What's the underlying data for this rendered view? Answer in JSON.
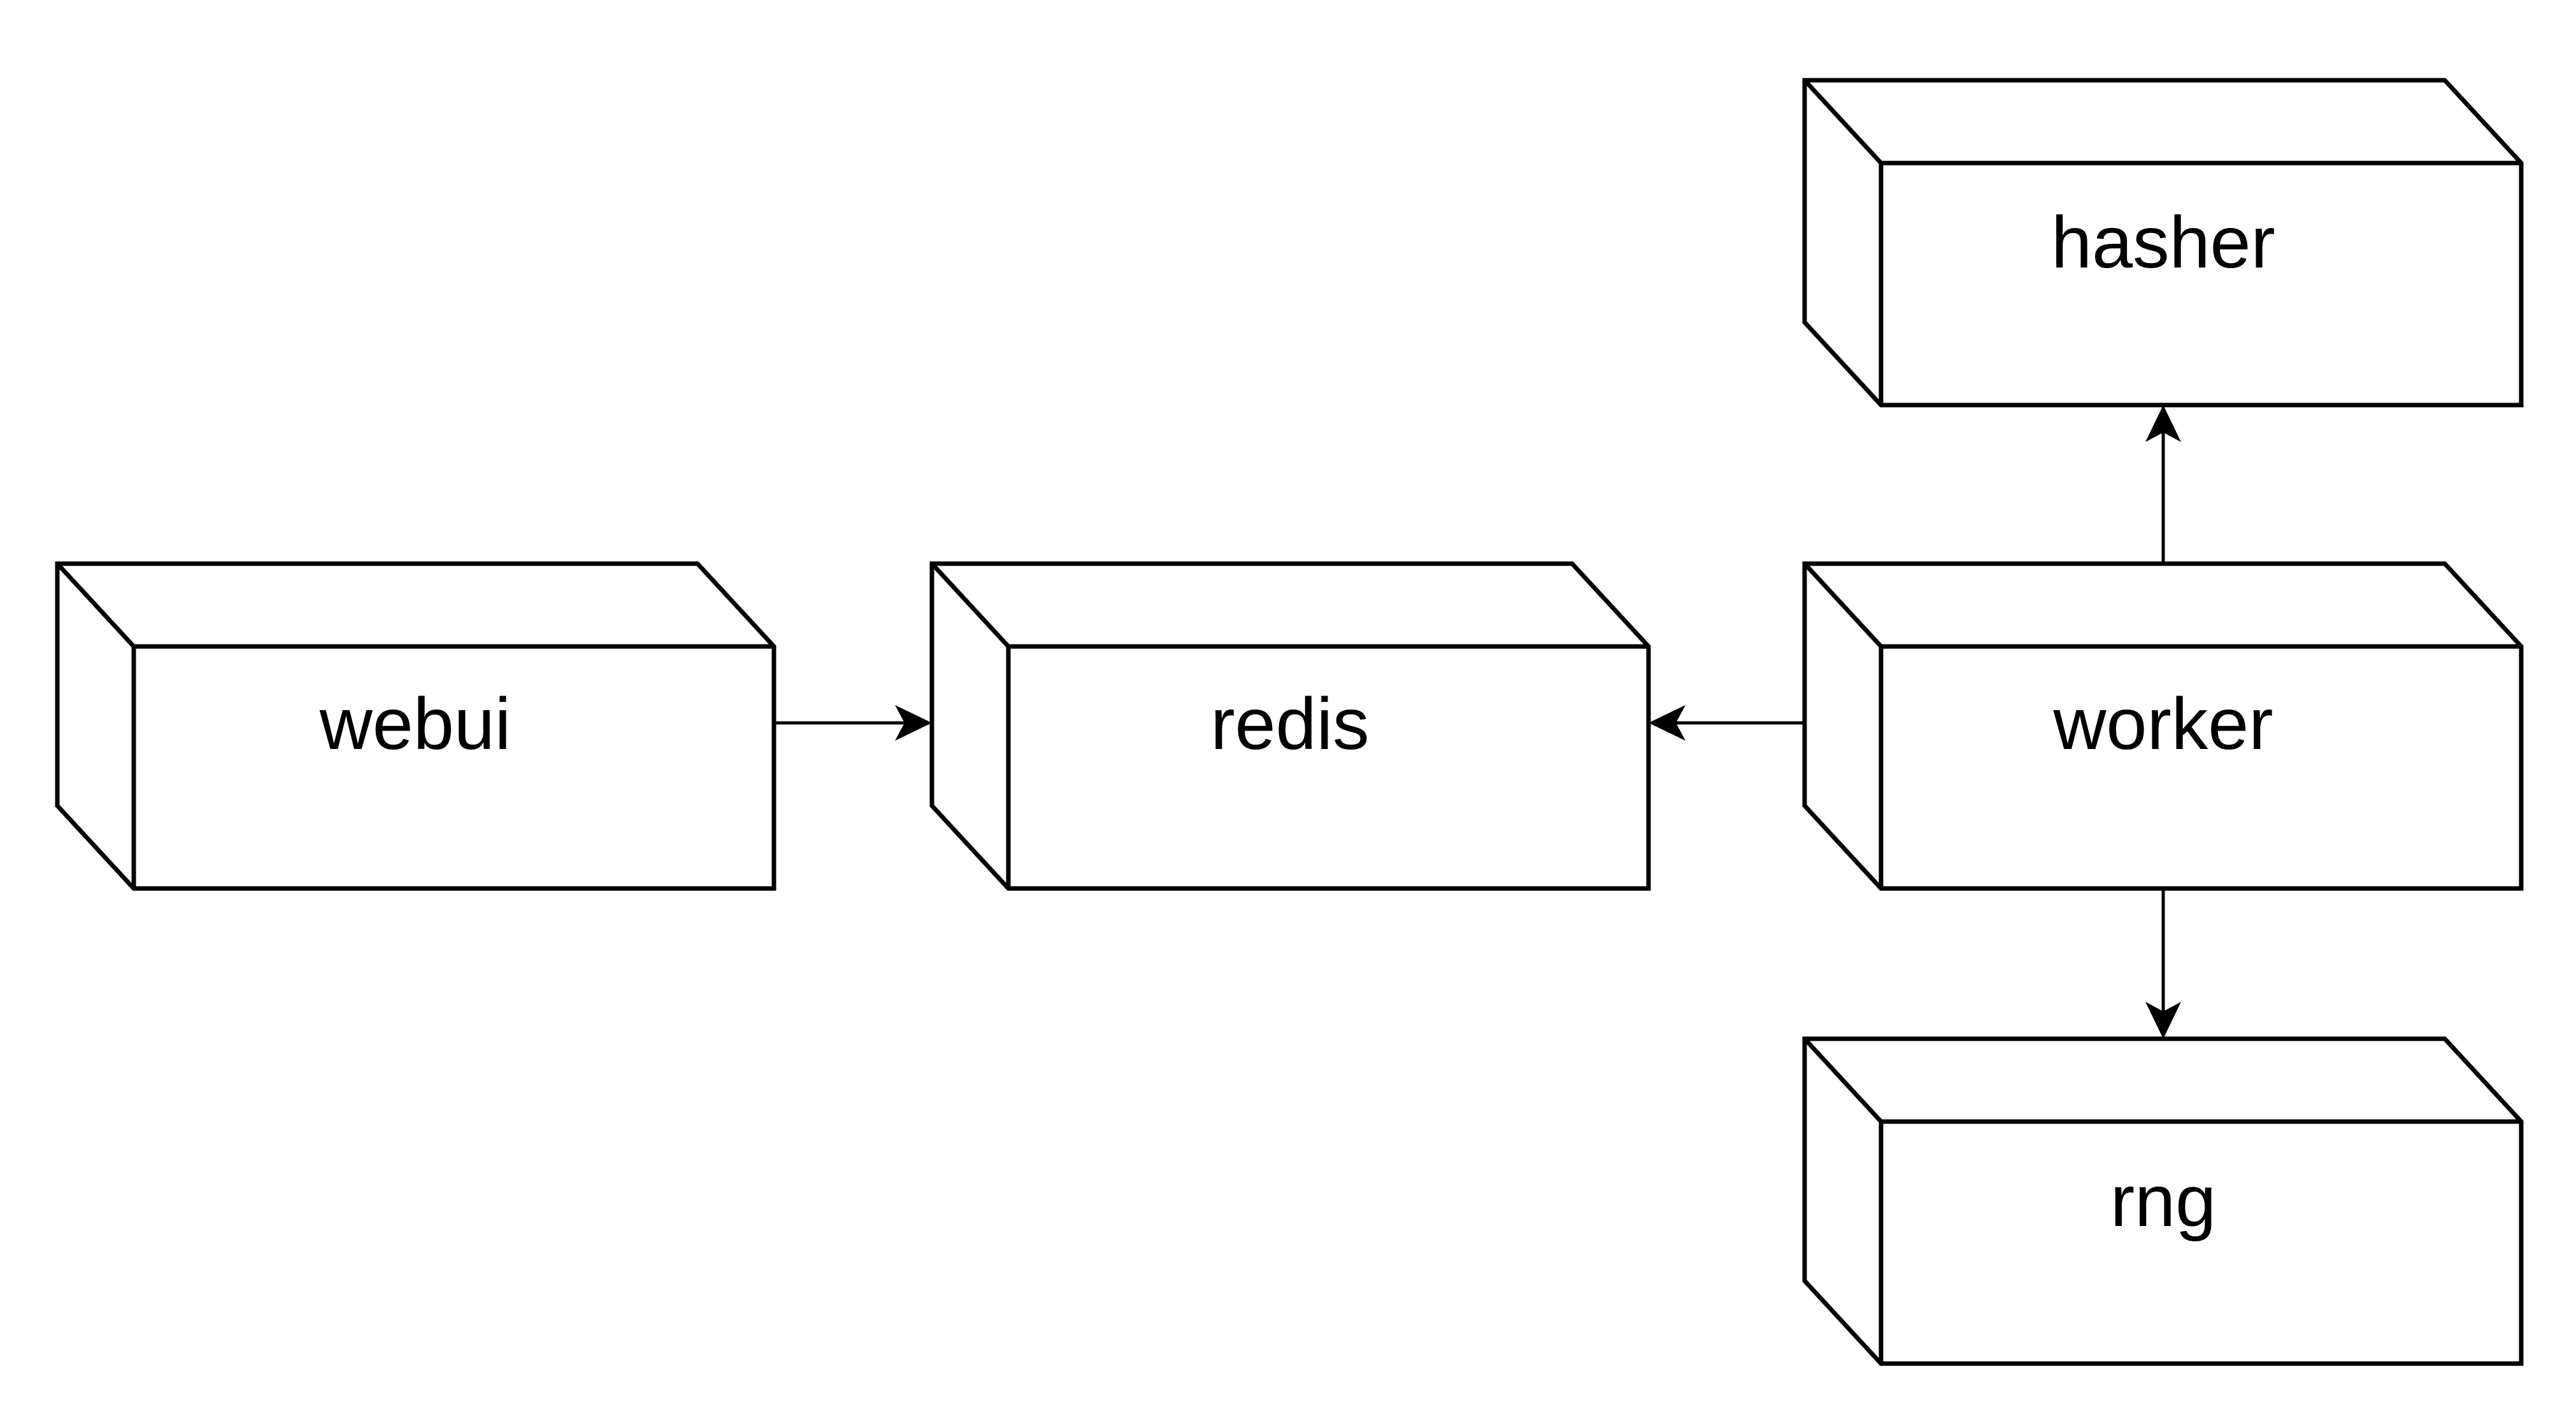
{
  "diagram": {
    "title": "services architecture diagram",
    "background_color": "#ffffff",
    "stroke_color": "#000000",
    "text_color": "#000000",
    "node_shape": "box3d",
    "nodes": [
      {
        "id": "webui",
        "label": "webui"
      },
      {
        "id": "redis",
        "label": "redis"
      },
      {
        "id": "worker",
        "label": "worker"
      },
      {
        "id": "hasher",
        "label": "hasher"
      },
      {
        "id": "rng",
        "label": "rng"
      }
    ],
    "edges": [
      {
        "from": "webui",
        "to": "redis",
        "arrow": "into-redis-left"
      },
      {
        "from": "worker",
        "to": "redis",
        "arrow": "into-redis-right"
      },
      {
        "from": "worker",
        "to": "hasher",
        "arrow": "up-into-hasher"
      },
      {
        "from": "worker",
        "to": "rng",
        "arrow": "down-into-rng"
      }
    ]
  }
}
